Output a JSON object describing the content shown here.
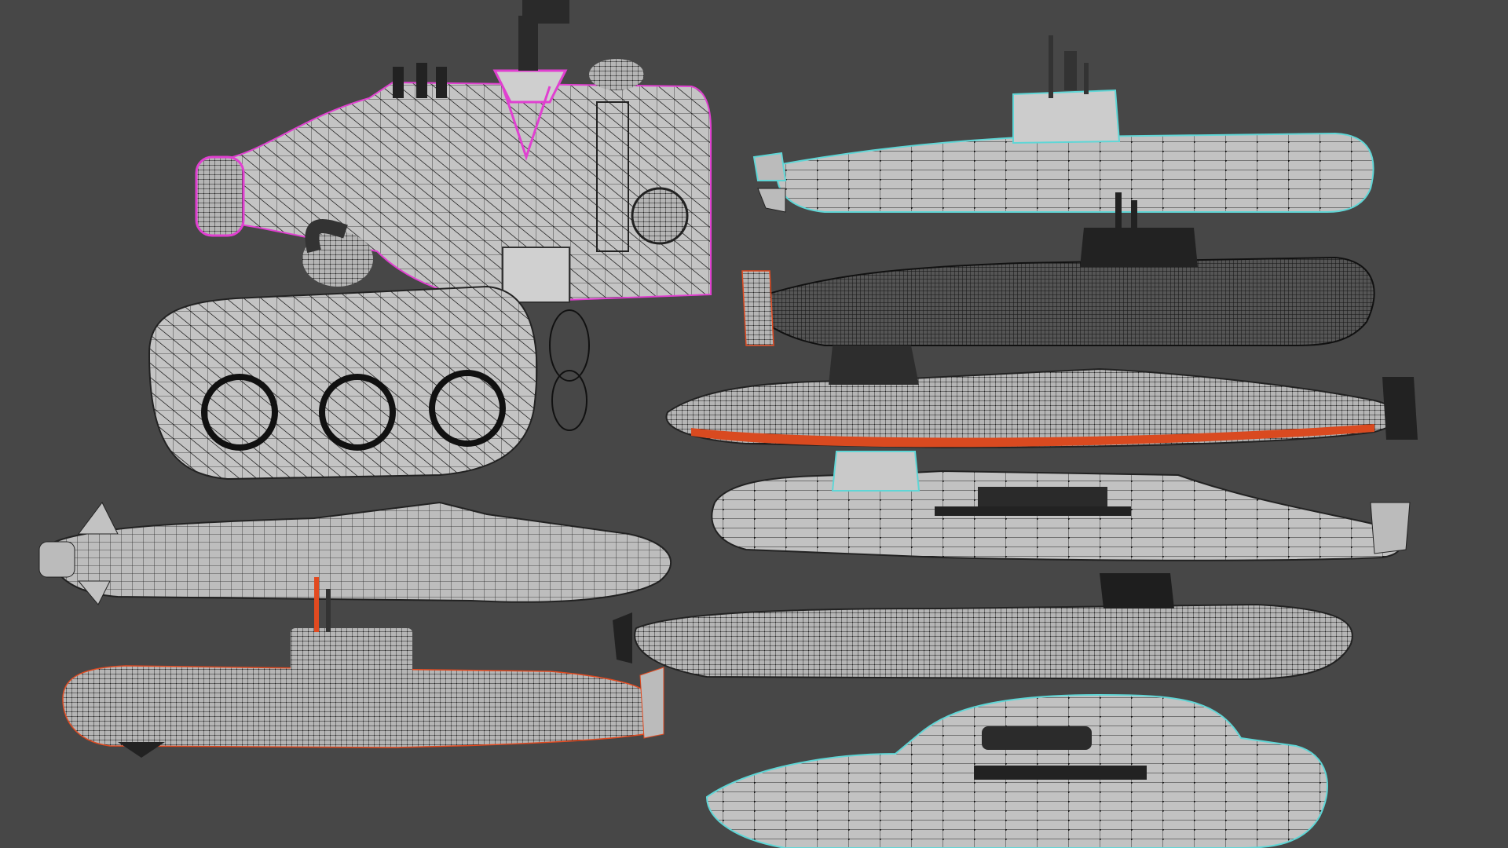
{
  "scene": {
    "background": "#474747",
    "mesh_fill": "#bdbdbd",
    "mesh_fill_dark": "#4a4a4a",
    "wire_color": "#1a1a1a",
    "vertex_color": "#111111",
    "selected_edge_cyan": "#5fd6d6",
    "selected_edge_magenta": "#e040d0",
    "selected_edge_red": "#e24a20",
    "models": [
      {
        "id": "steampunk-sub",
        "icon": "submarine-icon"
      },
      {
        "id": "cartoon-sub",
        "icon": "submarine-icon"
      },
      {
        "id": "long-cruise-sub",
        "icon": "submarine-icon"
      },
      {
        "id": "diesel-sub",
        "icon": "submarine-icon"
      },
      {
        "id": "modern-sub-a",
        "icon": "submarine-icon"
      },
      {
        "id": "dense-black-sub",
        "icon": "submarine-icon"
      },
      {
        "id": "red-stripe-sub",
        "icon": "submarine-icon"
      },
      {
        "id": "missile-sub",
        "icon": "submarine-icon"
      },
      {
        "id": "sail-sub",
        "icon": "submarine-icon"
      },
      {
        "id": "hatch-sub",
        "icon": "submarine-icon"
      }
    ]
  }
}
